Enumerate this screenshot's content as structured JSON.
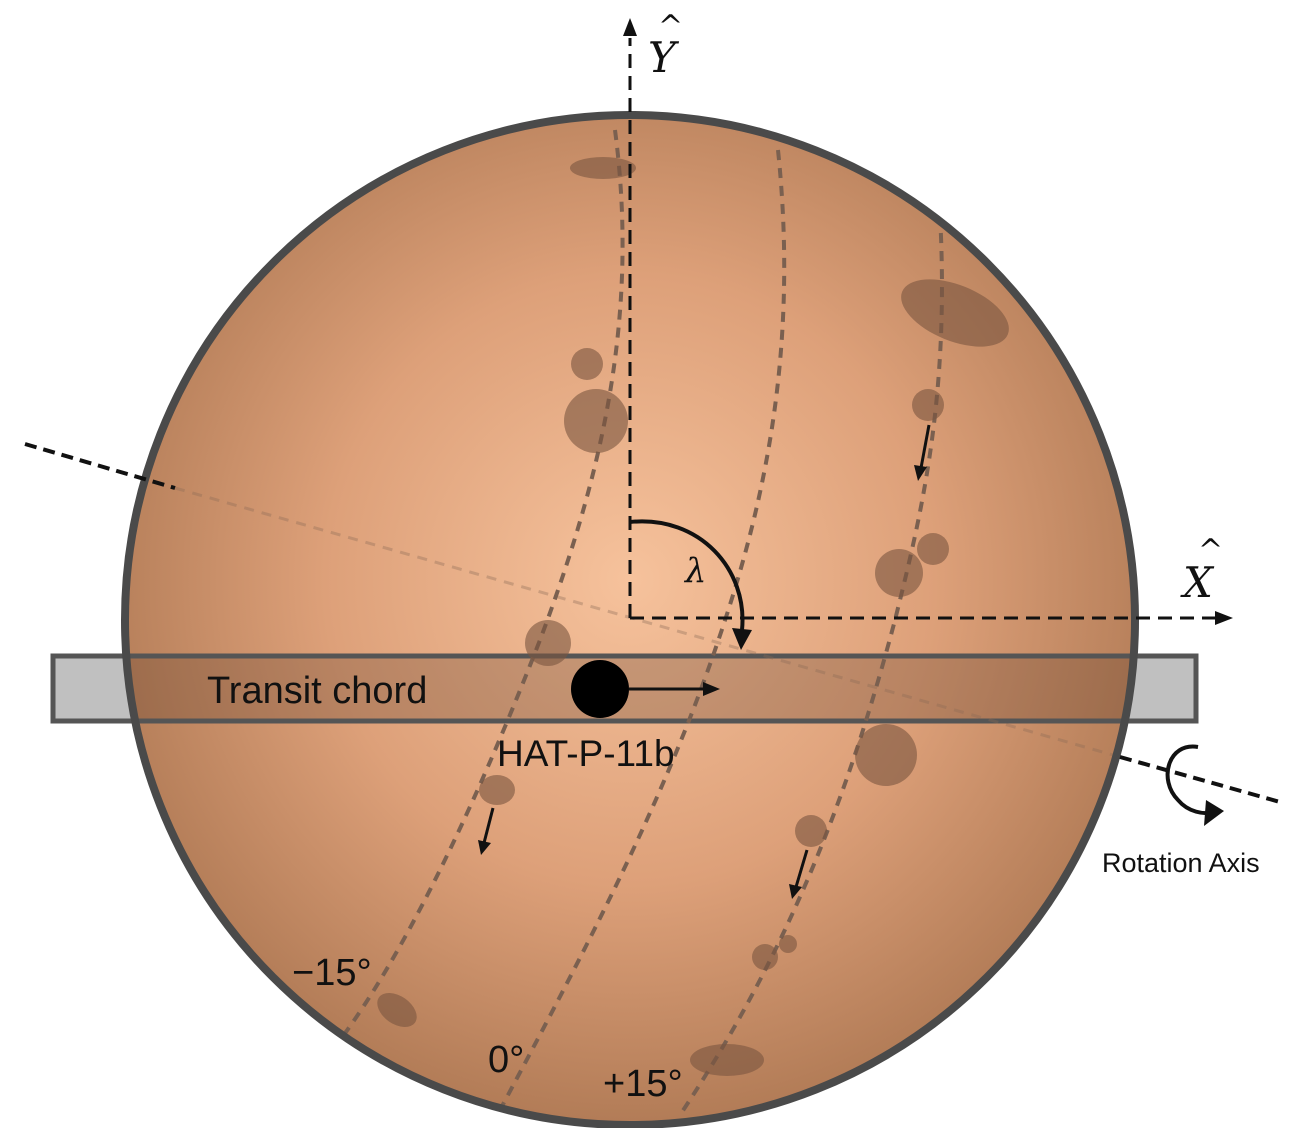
{
  "labels": {
    "y_axis": "Y",
    "y_axis_hat": "^",
    "x_axis": "X",
    "x_axis_hat": "^",
    "angle": "λ",
    "transit_chord": "Transit chord",
    "planet": "HAT-P-11b",
    "rotation_axis": "Rotation Axis",
    "lat_minus15": "−15°",
    "lat_zero": "0°",
    "lat_plus15": "+15°"
  },
  "colors": {
    "star_center": "#f6c29c",
    "star_edge": "#b07a55",
    "star_outline": "#4a4a4a",
    "spot": "#7a5540",
    "chord_fill": "#c0c0c0",
    "chord_outline": "#555555",
    "planet": "#000000"
  }
}
